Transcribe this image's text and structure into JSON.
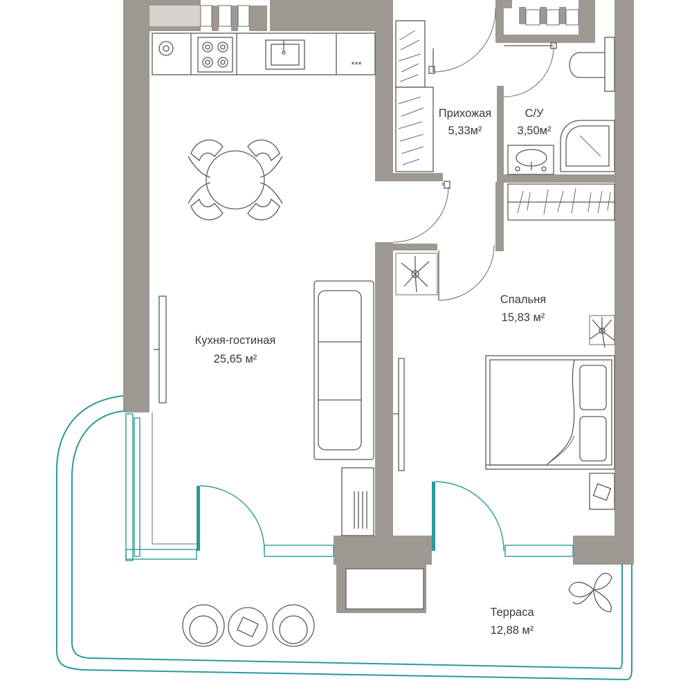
{
  "rooms": [
    {
      "id": "kitchen-living",
      "name": "Кухня-гостиная",
      "area": "25,65 м²"
    },
    {
      "id": "hallway",
      "name": "Прихожая",
      "area": "5,33м²"
    },
    {
      "id": "bathroom",
      "name": "С/У",
      "area": "3,50м²"
    },
    {
      "id": "bedroom",
      "name": "Спальня",
      "area": "15,83 м²"
    },
    {
      "id": "terrace",
      "name": "Терраса",
      "area": "12,88 м²"
    }
  ],
  "stove_mark": "***",
  "colors": {
    "wall": "#9d9892",
    "line": "#5c5852",
    "glazing": "#2a9a9a"
  }
}
